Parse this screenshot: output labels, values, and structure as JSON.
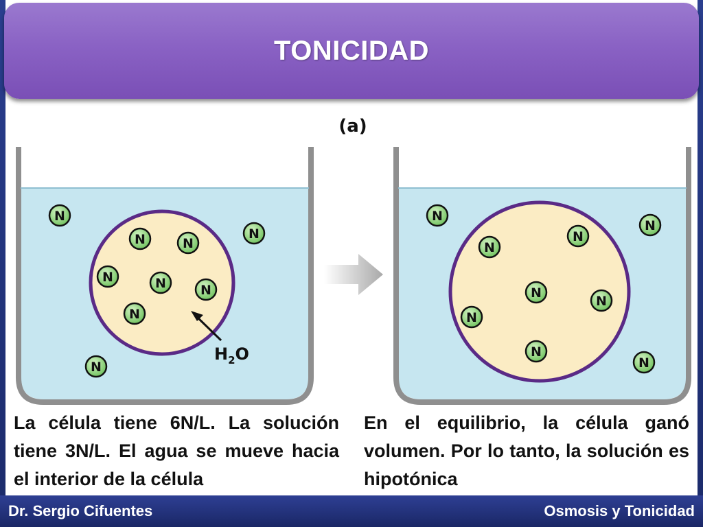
{
  "title": "TONICIDAD",
  "figure": {
    "panel_label": "(a)",
    "solute_symbol": "N",
    "water_label_main": "H",
    "water_label_sub": "2",
    "water_label_tail": "O",
    "colors": {
      "water": "#c6e6f0",
      "cell_fill": "#fbecc4",
      "cell_membrane": "#5a2a86",
      "solute_fill": "#8fd67a",
      "beaker_wall": "#9a9a9a",
      "arrow": "#c8c8c8"
    }
  },
  "captions": {
    "left": "La célula tiene 6N/L. La solución tiene 3N/L. El agua se mueve hacia el interior de la célula",
    "right": "En el equilibrio, la célula ganó volumen. Por lo tanto, la solución es hipotónica"
  },
  "footer": {
    "author": "Dr. Sergio Cifuentes",
    "topic": "Osmosis y Tonicidad"
  }
}
